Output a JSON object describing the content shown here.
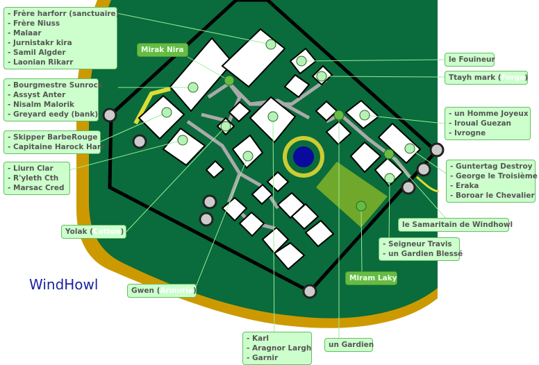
{
  "map_title": "WindHowl",
  "colors": {
    "land": "#0a6b3c",
    "shore": "#cc9a00",
    "buildings": "#ffffff",
    "roads": "#aaaaaa",
    "fountain": "#0a0a9e",
    "park": "#6fa82a",
    "label_bg": "#ccffcc",
    "label_dark_bg": "#66bb44"
  },
  "labels": {
    "sanctuaire": [
      "Frère harforr (sanctuaire)",
      "Frère Niuss",
      "Malaar",
      "Jurnistakr kira",
      "Samil Algder",
      "Laonian Rikarr"
    ],
    "mirak": "Mirak Nira",
    "bourgmestre": [
      "Bourgmestre Sunrock",
      "Assyst Anter",
      "Nisalm Malorik",
      "Greyard eedy (bank)"
    ],
    "skipper": [
      "Skipper BarbeRouge",
      "Capitaine Harock Harr"
    ],
    "liurn": [
      "Liurn Clar",
      "R'yleth Cth",
      "Marsac Cred"
    ],
    "yolak": {
      "name": "Yolak (",
      "highlight": "Cotton",
      "close": ")"
    },
    "gwen": {
      "name": "Gwen (",
      "highlight": "Armurie",
      "close": ")"
    },
    "karl": [
      "Karl",
      "Aragnor Largh",
      "Garnir"
    ],
    "gardien": "un Gardien",
    "miram": "Miram Laky",
    "seigneur": [
      "Seigneur Travis",
      "un Gardien Blessé"
    ],
    "samaritain": "le Samaritain de Windhowl",
    "guntertag": [
      "Guntertag Destroy",
      "George le Troisième",
      "Eraka",
      "Boroar le Chevalier"
    ],
    "homme": [
      "un Homme Joyeux",
      "Iroual Guezan",
      "Ivrogne"
    ],
    "ttayh": {
      "name": "Ttayh mark (",
      "highlight": "Forge",
      "close": ")"
    },
    "fouineur": "le Fouineur"
  }
}
